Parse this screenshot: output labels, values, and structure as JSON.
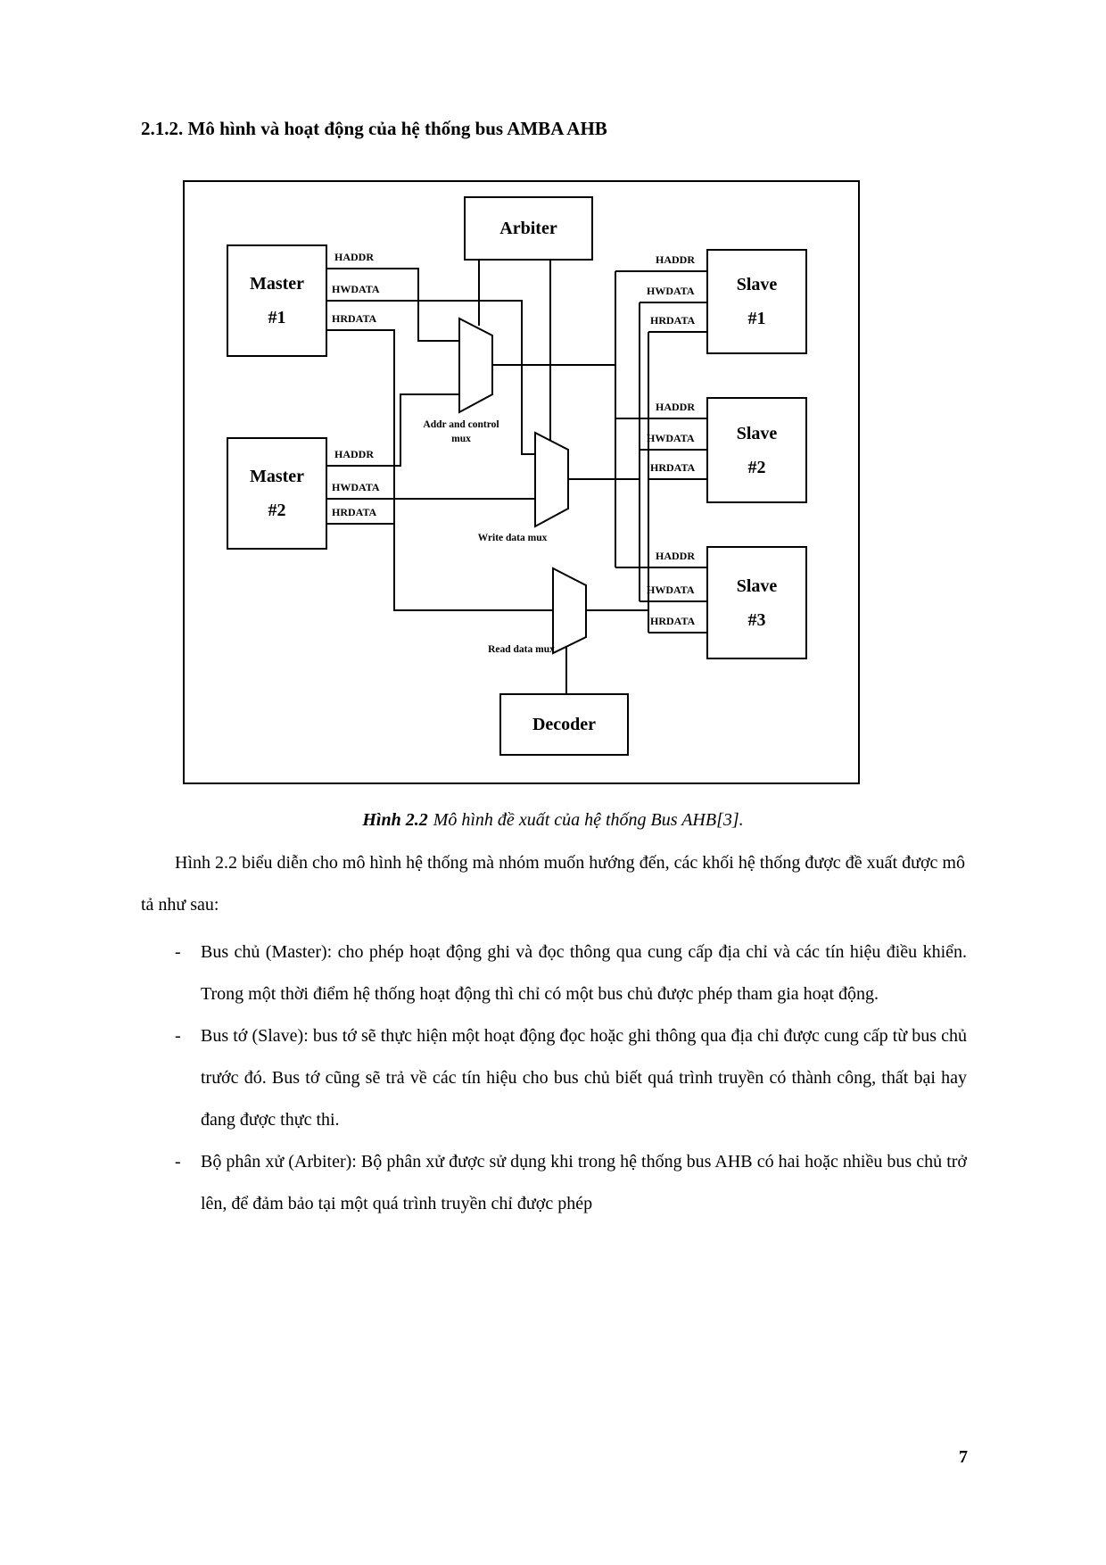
{
  "page": {
    "heading": "2.1.2. Mô hình và hoạt động của hệ thống bus AMBA AHB",
    "page_number": "7"
  },
  "figure": {
    "caption_label": "Hình 2.2",
    "caption_rest": "Mô hình đề xuất của hệ thống Bus AHB[3].",
    "arbiter": "Arbiter",
    "decoder": "Decoder",
    "masters": [
      {
        "line1": "Master",
        "line2": "#1"
      },
      {
        "line1": "Master",
        "line2": "#2"
      }
    ],
    "slaves": [
      {
        "line1": "Slave",
        "line2": "#1"
      },
      {
        "line1": "Slave",
        "line2": "#2"
      },
      {
        "line1": "Slave",
        "line2": "#3"
      }
    ],
    "mux": {
      "addr_line1": "Addr and control",
      "addr_line2": "mux",
      "write": "Write data mux",
      "read": "Read data mux"
    },
    "signals": {
      "haddr": "HADDR",
      "hwdata": "HWDATA",
      "hrdata": "HRDATA"
    }
  },
  "body": {
    "marker": "-",
    "intro": "Hình 2.2 biểu diễn cho mô hình hệ thống mà nhóm muốn hướng đến, các khối hệ thống được đề xuất được mô tả như sau:",
    "bullets": [
      "Bus chủ (Master): cho phép hoạt động ghi và đọc thông qua cung cấp địa chỉ và các tín hiệu điều khiển. Trong một thời điểm hệ thống hoạt động thì chỉ có một bus chủ được phép tham gia hoạt động.",
      "Bus tớ (Slave): bus tớ sẽ thực hiện một hoạt động đọc hoặc ghi thông qua địa chỉ được cung cấp từ bus chủ trước đó. Bus tớ cũng sẽ trả về các tín hiệu cho bus chủ biết quá trình truyền có thành công, thất bại hay đang được thực thi.",
      "Bộ phân xử (Arbiter): Bộ phân xử được sử dụng khi trong hệ thống bus AHB có hai hoặc nhiều bus chủ trở lên, để đảm bảo tại một quá trình truyền chỉ được phép"
    ]
  }
}
